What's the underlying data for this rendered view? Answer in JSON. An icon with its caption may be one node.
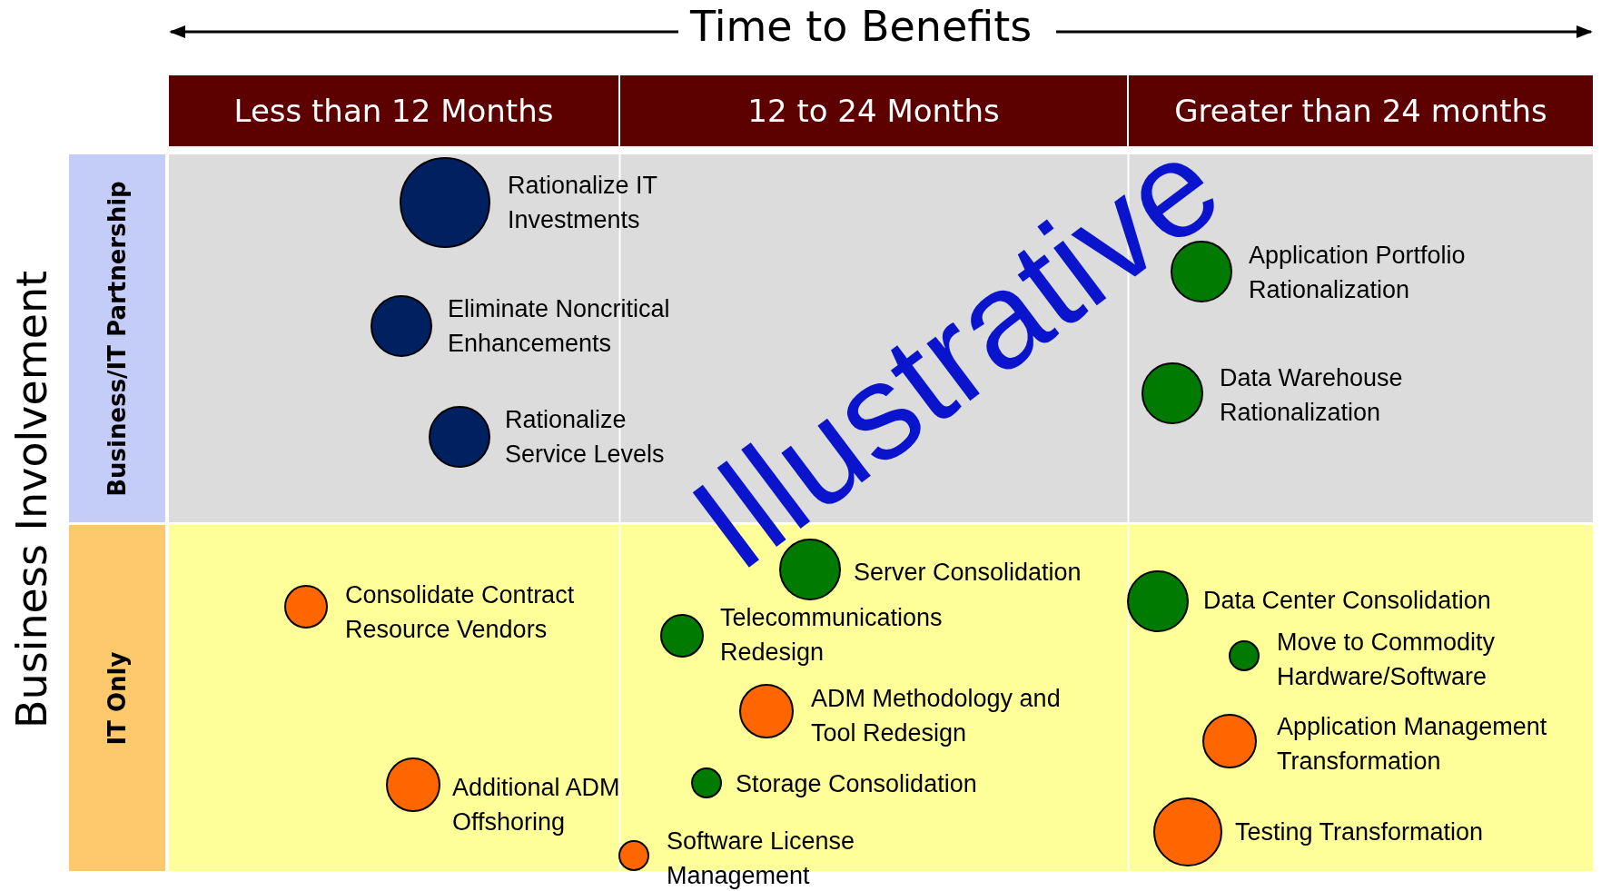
{
  "diagram": {
    "title": "Time to Benefits",
    "nodes": [
      {
        "text": [
          "Less than 12 Months"
        ]
      },
      {
        "text": [
          "12 to 24 Months"
        ]
      },
      {
        "text": [
          "Greater than 24 months"
        ]
      },
      {
        "text": [
          "Business/IT Partnership"
        ]
      },
      {
        "text": [
          "IT Only"
        ]
      },
      {
        "text": [],
        "shape": "circle",
        "beside": [
          "Rationalize IT Investments"
        ]
      },
      {
        "text": [],
        "shape": "circle",
        "beside": [
          "Eliminate Noncritical Enhancements"
        ]
      },
      {
        "text": [],
        "shape": "circle",
        "beside": [
          "Rationalize Service Levels"
        ]
      },
      {
        "text": [],
        "shape": "circle",
        "beside": [
          "Application Portfolio Rationalization"
        ]
      },
      {
        "text": [],
        "shape": "circle",
        "beside": [
          "Data Warehouse Rationalization"
        ]
      },
      {
        "text": [],
        "shape": "circle",
        "beside": [
          "Server Consolidation"
        ]
      },
      {
        "text": [],
        "shape": "circle",
        "beside": [
          "Consolidate Contract Resource Vendors"
        ]
      },
      {
        "text": [],
        "shape": "circle",
        "beside": [
          "Telecommunications Redesign"
        ]
      },
      {
        "text": [],
        "shape": "circle",
        "beside": [
          "Data Center Consolidation"
        ]
      },
      {
        "text": [],
        "shape": "circle",
        "beside": [
          "Move to Commodity Hardware/Software"
        ]
      },
      {
        "text": [],
        "shape": "circle",
        "beside": [
          "ADM Methodology and Tool Redesign"
        ]
      },
      {
        "text": [],
        "shape": "circle",
        "beside": [
          "Application Management Transformation"
        ]
      },
      {
        "text": [],
        "shape": "circle",
        "beside": [
          "Additional ADM Offshoring"
        ]
      },
      {
        "text": [],
        "shape": "circle",
        "beside": [
          "Storage Consolidation"
        ]
      },
      {
        "text": [],
        "shape": "circle",
        "beside": [
          "Testing Transformation"
        ]
      },
      {
        "text": [],
        "shape": "circle",
        "beside": [
          "Software License Management"
        ]
      }
    ],
    "labels": [
      "Business Involvement",
      "Illustrative"
    ]
  }
}
